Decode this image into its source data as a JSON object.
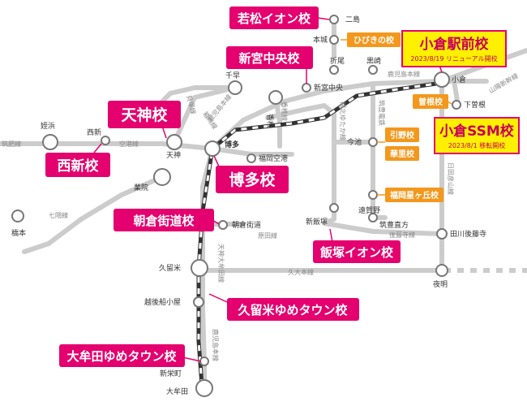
{
  "colors": {
    "school_pink": "#e4006e",
    "school_orange": "#f3981c",
    "school_yellow": "#fff000",
    "line_gray": "#cccccc",
    "jr_rail": "#444444",
    "station_border": "#888888"
  },
  "schools_main": [
    {
      "id": "wakamatsu",
      "label": "若松イオン校"
    },
    {
      "id": "shingu",
      "label": "新宮中央校"
    },
    {
      "id": "tenjin",
      "label": "天神校"
    },
    {
      "id": "nishijin",
      "label": "西新校"
    },
    {
      "id": "hakata",
      "label": "博多校"
    },
    {
      "id": "asakura",
      "label": "朝倉街道校"
    },
    {
      "id": "iizuka",
      "label": "飯塚イオン校"
    },
    {
      "id": "kurume",
      "label": "久留米ゆめタウン校"
    },
    {
      "id": "omuta",
      "label": "大牟田ゆめタウン校"
    }
  ],
  "schools_featured": [
    {
      "id": "kokura_ekimae",
      "label": "小倉駅前校",
      "note": "2023/8/19 リニューアル開校"
    },
    {
      "id": "kokura_ssm",
      "label": "小倉SSM校",
      "note": "2023/8/1 移転開校"
    }
  ],
  "schools_small": [
    {
      "id": "hibikino",
      "label": "ひびきの校"
    },
    {
      "id": "sone",
      "label": "曽根校"
    },
    {
      "id": "hikino",
      "label": "引野校"
    },
    {
      "id": "hanazato",
      "label": "華里校"
    },
    {
      "id": "hoshigaoka",
      "label": "福岡星ヶ丘校"
    }
  ],
  "stations": {
    "futajima": "二島",
    "honjo": "本城",
    "orio": "折尾",
    "kurosaki": "黒崎",
    "kokura": "小倉",
    "shimosone": "下曽根",
    "imaike": "今池",
    "ongano": "遠賀野",
    "chikuhonogata": "筑豊直方",
    "tagawagotoji": "田川後藤寺",
    "shiniizuka": "新飯塚",
    "yoake": "夜明",
    "chihaya": "千早",
    "shingu_chuo": "新宮中央",
    "kashii": "香椎",
    "hakata": "博多",
    "fukuoka_kuko": "福岡空港",
    "tenjin": "天神",
    "nishijin": "西新",
    "meinohama": "姪浜",
    "gyoin": "業院",
    "hashimoto": "橋本",
    "asakura_kaido": "朝倉街道",
    "kurume": "久留米",
    "echigofunagoya": "越後船小屋",
    "shin_sakaemachi": "新栄町",
    "omuta": "大牟田"
  },
  "lines": {
    "chikuhi": "筑肥線",
    "kuko": "空港線",
    "hakozaki": "箱崎線",
    "kaishi": "貝塚線",
    "kagoshima": "鹿児島本線",
    "kagoshima_n": "鹿児島本線",
    "kagoshima_s": "鹿児島本線",
    "kashii_ln": "香椎線",
    "fukuhoku": "福北ゆたか線",
    "chikuho_dentetsu": "筑豊電鉄",
    "nanakuma": "七隈線",
    "tenjin_omuta": "天神大牟田線",
    "gotoji": "後藤寺線",
    "kyudai": "久大本線",
    "hitahikosan": "日田彦山線",
    "sanyo": "山陽新幹線",
    "nishitetsu_fukuoka_haraden": "原田線"
  }
}
